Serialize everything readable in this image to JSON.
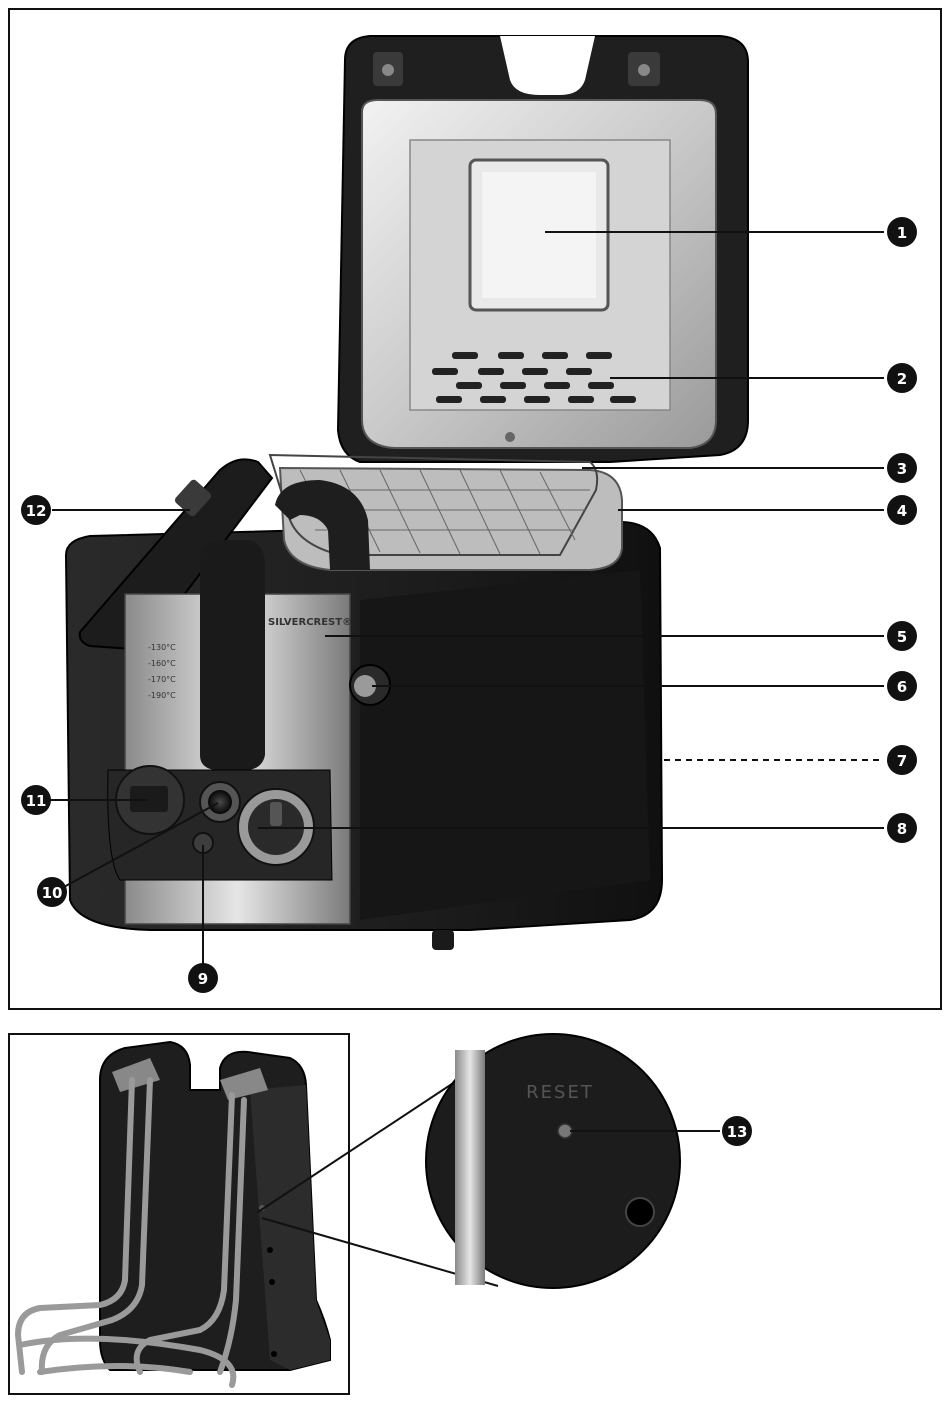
{
  "callouts": [
    {
      "id": "1",
      "label": "1"
    },
    {
      "id": "2",
      "label": "2"
    },
    {
      "id": "3",
      "label": "3"
    },
    {
      "id": "4",
      "label": "4"
    },
    {
      "id": "5",
      "label": "5"
    },
    {
      "id": "6",
      "label": "6"
    },
    {
      "id": "7",
      "label": "7"
    },
    {
      "id": "8",
      "label": "8"
    },
    {
      "id": "9",
      "label": "9"
    },
    {
      "id": "10",
      "label": "10"
    },
    {
      "id": "11",
      "label": "11"
    },
    {
      "id": "12",
      "label": "12"
    },
    {
      "id": "13",
      "label": "13"
    }
  ],
  "brand": "SILVERCREST®",
  "reset_label": "RESET",
  "temperature_marks": [
    "-130°C",
    "-160°C",
    "-170°C",
    "-190°C"
  ]
}
